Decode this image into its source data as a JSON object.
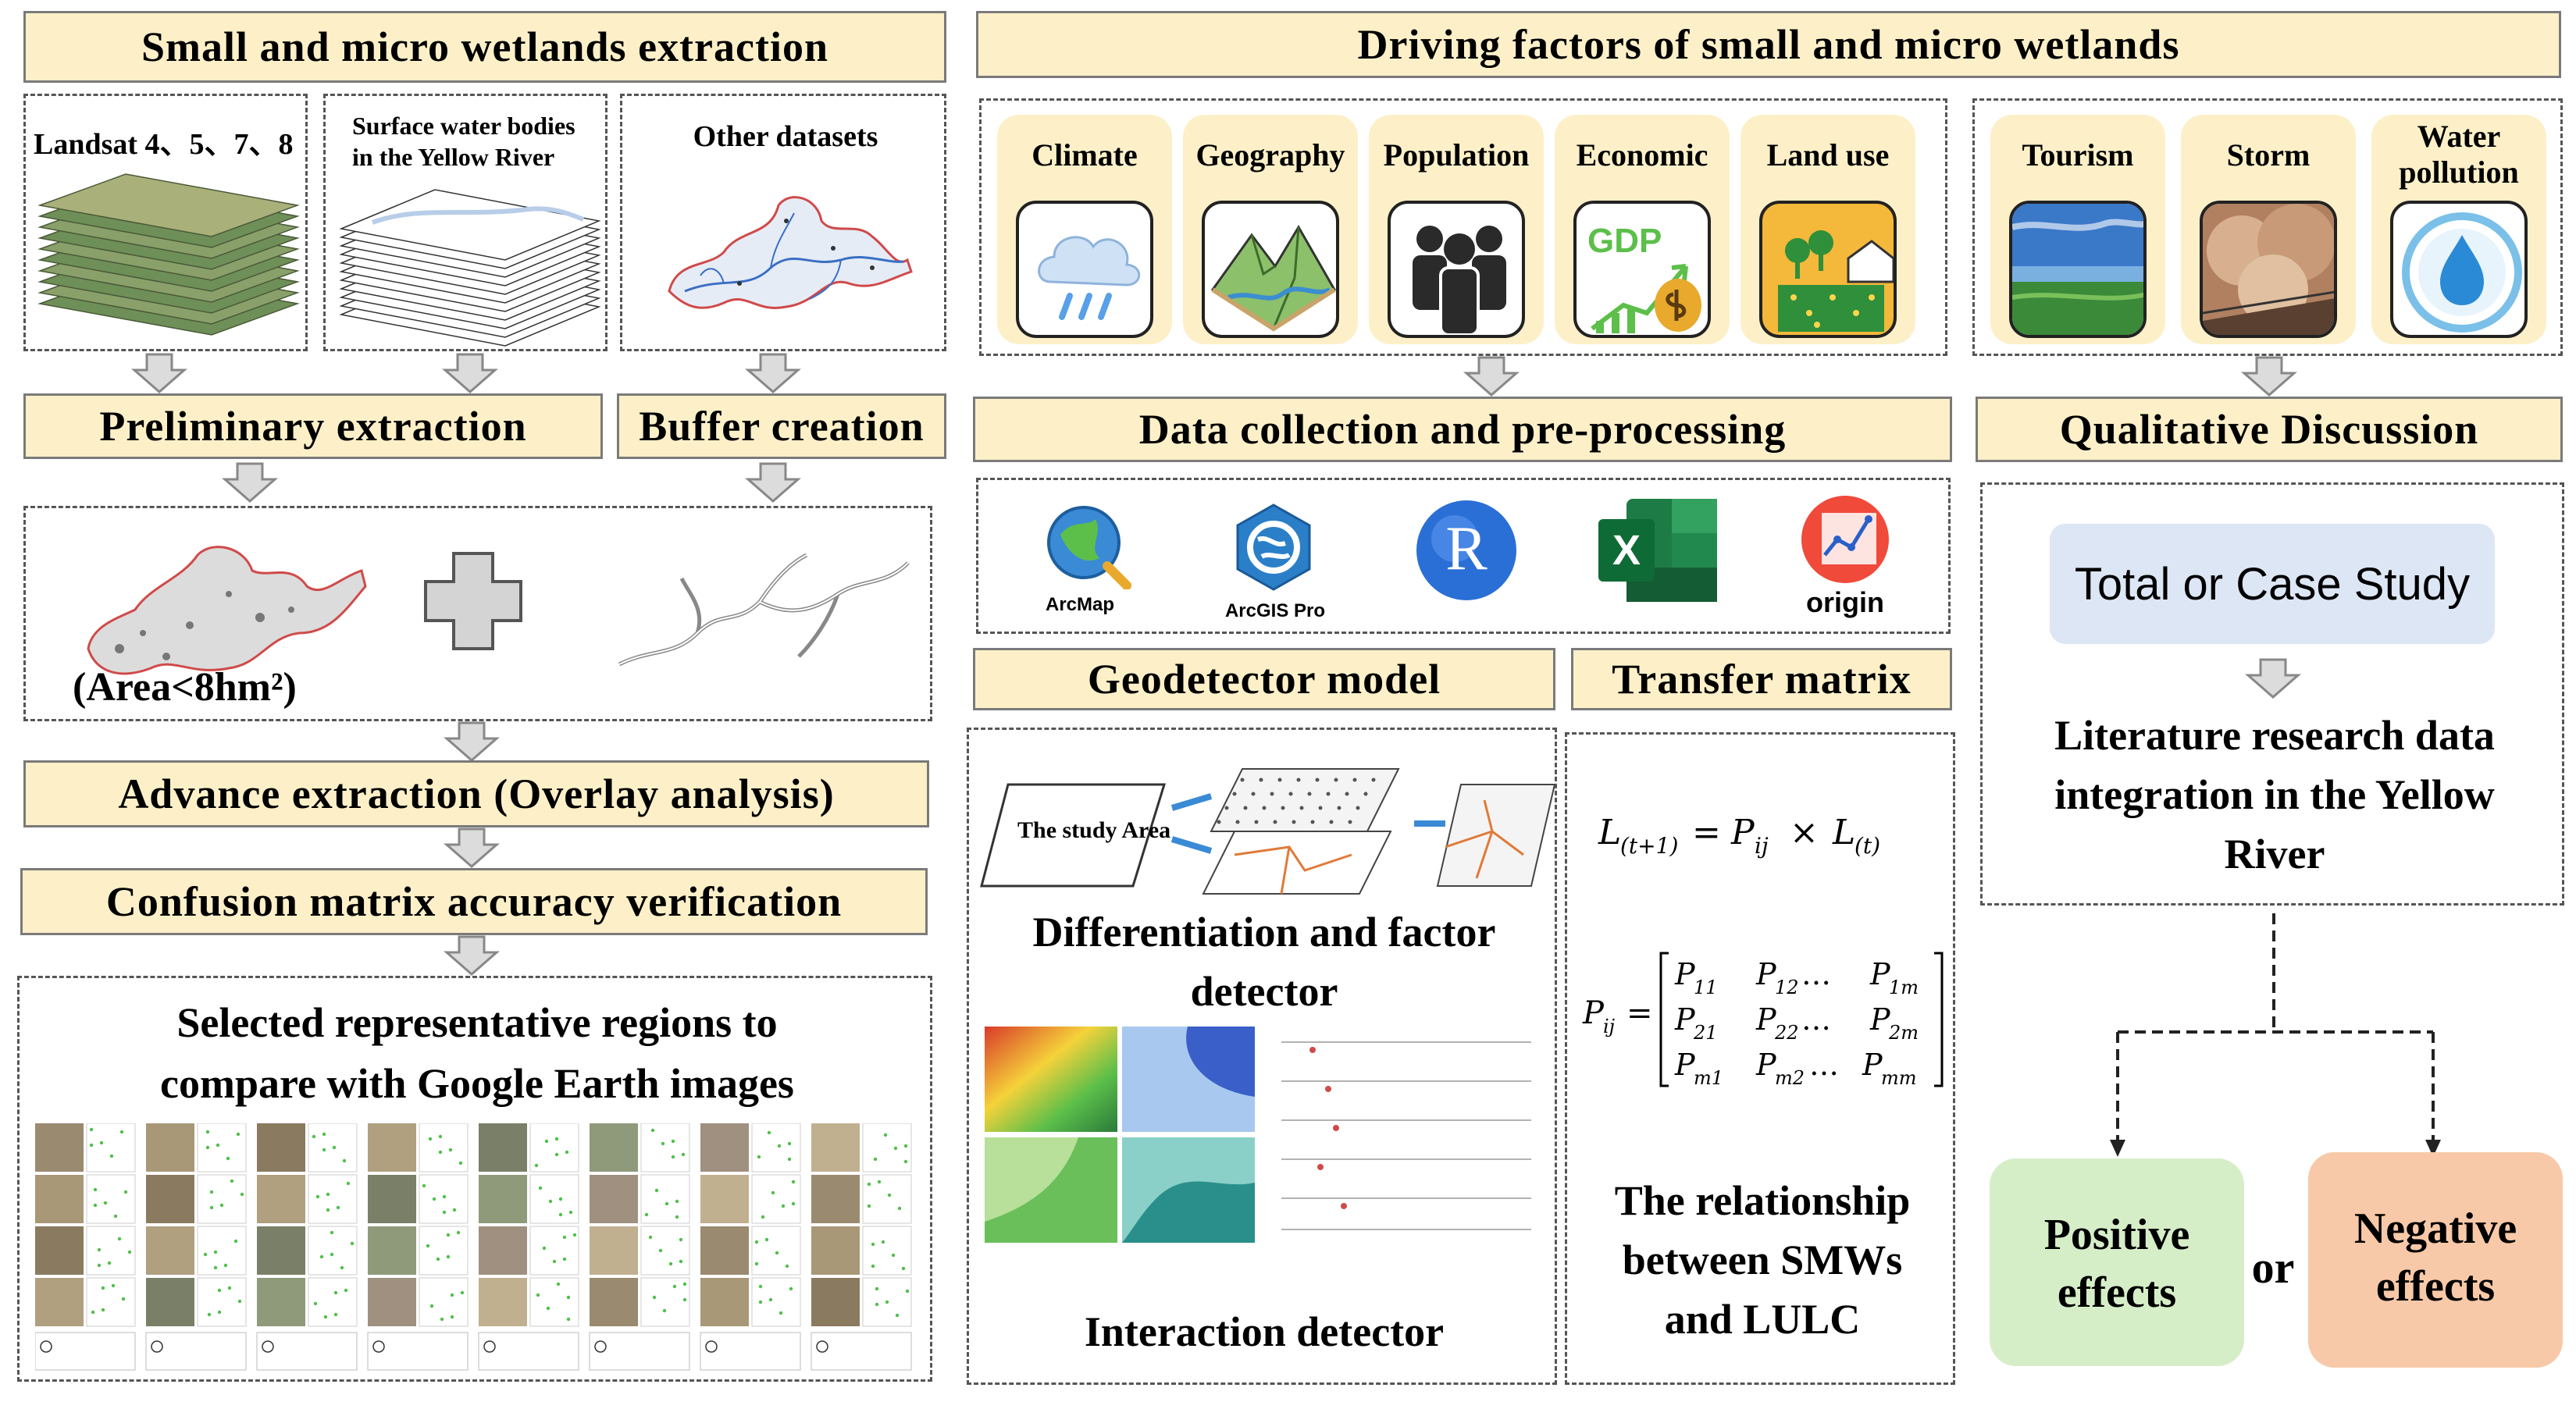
{
  "left": {
    "title": "Small and micro wetlands extraction",
    "landsat_label": "Landsat 4、5、7、8",
    "surface_label_1": "Surface water bodies",
    "surface_label_2": "in the Yellow River",
    "other_label": "Other datasets",
    "preliminary": "Preliminary extraction",
    "buffer": "Buffer creation",
    "area_label": "(Area<8hm²)",
    "advance": "Advance extraction (Overlay analysis)",
    "confusion": "Confusion matrix accuracy verification",
    "selected_1": "Selected representative regions to",
    "selected_2": "compare with Google Earth images"
  },
  "middle": {
    "title": "Driving factors of  small and micro wetlands",
    "factors": [
      "Climate",
      "Geography",
      "Population",
      "Economic",
      "Land use"
    ],
    "gdp_text": "GDP",
    "data_collection": "Data collection and pre-processing",
    "software": [
      "ArcMap",
      "ArcGIS Pro",
      "origin"
    ],
    "r_letter": "R",
    "excel_letter": "X",
    "geodetector": "Geodetector model",
    "transfer": "Transfer matrix",
    "study_area": "The study Area",
    "diff_1": "Differentiation and factor",
    "diff_2": "detector",
    "interaction": "Interaction detector",
    "relationship_1": "The relationship",
    "relationship_2": "between SMWs",
    "relationship_3": "and LULC"
  },
  "right": {
    "factors": [
      "Tourism",
      "Storm",
      "Water",
      "pollution"
    ],
    "qualitative": "Qualitative  Discussion",
    "total_case": "Total or Case Study",
    "lit_1": "Literature research data",
    "lit_2": "integration in the Yellow",
    "lit_3": "River",
    "positive_1": "Positive",
    "positive_2": "effects",
    "or_text": "or",
    "negative_1": "Negative",
    "negative_2": "effects"
  },
  "colors": {
    "header_fill": "#fdf0c8",
    "positive_fill": "#d6eec8",
    "negative_fill": "#f8c9a8",
    "total_fill": "#dde6f4",
    "arrow_fill": "#dcdcdc"
  }
}
